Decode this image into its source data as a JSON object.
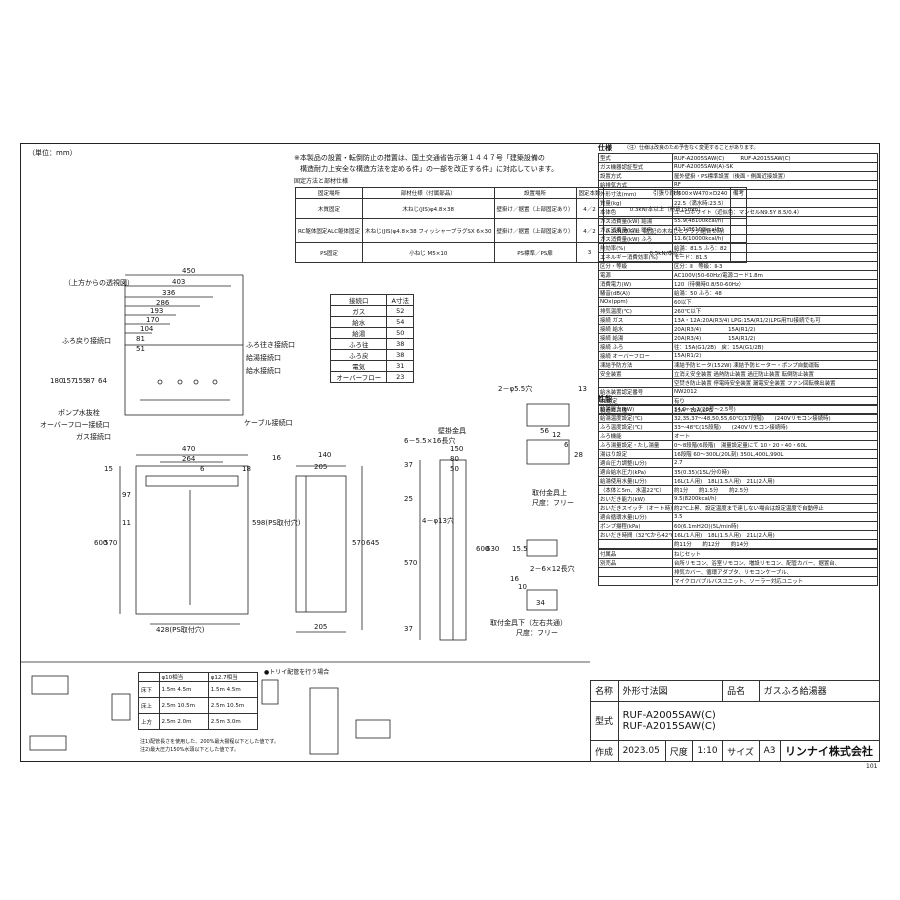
{
  "unit_label": "（単位：mm）",
  "notes": {
    "lines": [
      "※本製品の設置・転倒防止の措置は、国土交通省告示第１４４７号「建築設備の",
      "構造耐力上安全な構造方法を定める件」の一部を改正する件」に対応しています。"
    ],
    "fix_title": "固定方法と部材仕様"
  },
  "fix_table": {
    "headers": [
      "固定場所",
      "部材仕様（付属部品）",
      "設置場所",
      "固定本数",
      "引張り耐力",
      "備考"
    ],
    "rows": [
      [
        "木質固定",
        "木ねじ(JIS)φ4.8×38",
        "壁掛け／据置（上部固定あり）",
        "4／2",
        "0.3kN/本以上（材質15mm）",
        ""
      ],
      [
        "RC躯体固定ALC躯体固定",
        "木ねじ(JIS)φ4.8×38 フィッシャープラグSX 6×30",
        "壁掛け／据置（上部固定あり）",
        "4／2",
        "0.3kN/本以上（左記の木ねじとプラグ組合せ時）",
        ""
      ],
      [
        "PS固定",
        "小ねじ M5×10",
        "PS標準／PS扉",
        "3",
        "0.5kN/本以上",
        ""
      ]
    ]
  },
  "connection_table": {
    "headers": [
      "接続口",
      "A寸法"
    ],
    "rows": [
      [
        "ガス",
        "52"
      ],
      [
        "給水",
        "54"
      ],
      [
        "給湯",
        "50"
      ],
      [
        "ふろ往",
        "38"
      ],
      [
        "ふろ戻",
        "38"
      ],
      [
        "電気",
        "31"
      ],
      [
        "オーバーフロー",
        "23"
      ]
    ]
  },
  "top_view": {
    "title": "（上方からの透視図）",
    "dims": [
      "450",
      "403",
      "336",
      "286",
      "193",
      "170",
      "104",
      "81",
      "51",
      "180",
      "157",
      "155",
      "87",
      "64"
    ],
    "labels": [
      "ふろ戻り接続口",
      "ふろ往き接続口",
      "給湯接続口",
      "給水接続口",
      "ポンプ水抜栓",
      "オーバーフロー接続口",
      "ガス接続口",
      "ケーブル接続口"
    ]
  },
  "front_view": {
    "dims": [
      "470",
      "264",
      "6",
      "15",
      "97",
      "18",
      "600",
      "570",
      "11",
      "598(PS取付穴)",
      "428(PS取付穴)"
    ]
  },
  "side_view": {
    "dims": [
      "16",
      "140",
      "205",
      "570",
      "645",
      "205"
    ]
  },
  "bracket_view": {
    "title": "壁掛金具",
    "dims": [
      "6－5.5×16長穴",
      "150",
      "80",
      "50",
      "37",
      "25",
      "600",
      "630",
      "570",
      "4－φ13穴",
      "37"
    ]
  },
  "small_parts": {
    "top_label": "2－φ5.5穴",
    "top_dims": [
      "13",
      "56",
      "12",
      "6",
      "28"
    ],
    "top_caption": "取付金具上",
    "top_material": "尺度：フリー",
    "bot_label": "2－6×12長穴",
    "bot_dims": [
      "16",
      "10",
      "34",
      "15.5"
    ],
    "bot_caption": "取付金具下（左右共通）",
    "bot_material": "尺度：フリー"
  },
  "pipe_table": {
    "head": [
      "",
      "φ10相当",
      "φ12.7相当"
    ],
    "rows": [
      [
        "床下",
        "1.5m 4.5m",
        "1.5m 4.5m"
      ],
      [
        "床上",
        "2.5m 10.5m",
        "2.5m 10.5m"
      ],
      [
        "上方",
        "2.5m 2.0m",
        "2.5m 3.0m"
      ]
    ],
    "notes": [
      "注1)配管長さを使用した、200%最大揚程以下とした値です。",
      "注2)最大圧力150%水頭以下とした値です。"
    ],
    "trap_title": "●トリイ配管を行う場合"
  },
  "spec": {
    "title": "仕様",
    "note": "（注）仕様は改良のため予告なく変更することがあります。",
    "rows": [
      [
        "型式",
        "RUF-A2005SAW(C)　　　RUF-A2015SAW(C)"
      ],
      [
        "ガス機器認証型式",
        "RUF-A2005SAW(A)-SK"
      ],
      [
        "設置方式",
        "屋外壁掛・PS標準設置（後面・側面近接設置）"
      ],
      [
        "給排気方式",
        "RF"
      ],
      [
        "外形寸法(mm)",
        "H600×W470×D240"
      ],
      [
        "質量(kg)",
        "22.5（満水時:23.5）"
      ],
      [
        "本体色",
        "ユーロホワイト（近似色：マンセルN9.5Y 8.5/0.4）"
      ],
      [
        "ガス消費量(kW) 給湯",
        "55.9(48100kcal/h)"
      ],
      [
        "ガス消費量(kW) 暖房",
        "42.1(36100kcal/h)"
      ],
      [
        "ガス消費量(kW) ふろ",
        "11.6(10000kcal/h)"
      ],
      [
        "熱効率(%)",
        "給湯：81.5 ふろ：82"
      ],
      [
        "エネルギー消費効率(%)",
        "モード：81.5"
      ],
      [
        "区分・等級",
        "区分：Ⅱ　等級：Ⅱ-3"
      ],
      [
        "電源",
        "AC100V(50-60Hz)電源コード1.8m"
      ],
      [
        "消費電力(W)",
        "120（待機時0.8/50-60Hz）"
      ],
      [
        "騒音(dB(A))",
        "給湯：50 ふろ：48"
      ],
      [
        "NOx(ppm)",
        "60以下"
      ],
      [
        "排気温度(℃)",
        "260℃以下"
      ],
      [
        "接続 ガス",
        "13A・12A:20A(R3/4) LPG:15A(R1/2)LPG用TU接続でも可"
      ],
      [
        "接続 給水",
        "20A(R3/4)　　　　　15A(R1/2)"
      ],
      [
        "接続 給湯",
        "20A(R3/4)　　　　　15A(R1/2)"
      ],
      [
        "接続 ふろ",
        "往：15A(G1/2B)　戻：15A(G1/2B)"
      ],
      [
        "接続 オーバーフロー",
        "15A(R1/2)"
      ],
      [
        "凍結予防方法",
        "凍結予防ヒータ(152W) 凍結予防ヒーター・ポンプ自動運転"
      ],
      [
        "安全装置",
        "立消え安全装置 過熱防止装置 過圧防止装置 転倒防止装置"
      ],
      [
        "",
        "空焚き防止装置 停電時安全装置 漏電安全装置 ファン回転検出装置"
      ],
      [
        "給水装置認定番号",
        "NW2012"
      ],
      [
        "BL認定",
        "有り"
      ],
      [
        "製造ガス種",
        "13A・12A,LPG"
      ]
    ]
  },
  "perf": {
    "title": "性能",
    "rows": [
      [
        "給湯能力(kW)",
        "34.9～4.2(20号～2.5号)"
      ],
      [
        "給湯温度設定(℃)",
        "32,35,37～48,50,55,60℃(17段階)　　(240Vリモコン接続時)"
      ],
      [
        "ふろ温度設定(℃)",
        "33～48℃(15段階)　　(240Vリモコン接続時)"
      ],
      [
        "ふろ機能",
        "オート"
      ],
      [
        "ふろ湯量設定・たし湯量",
        "0～8段階(6段階)　湯量設定量にて 10・20・40・60L"
      ],
      [
        "湯はり設定",
        "16段階 60～300L(20L刻) 350L,400L,990L"
      ],
      [
        "適合圧力調整(L/分)",
        "2.7"
      ],
      [
        "適合給水圧力(kPa)",
        "35(0.35)(15L/分の時)"
      ],
      [
        "給湯使用水量(L/分)",
        "16L(1人用)　18L(1.5人用)　21L(2人用)"
      ],
      [
        "（本体と5m、水温22℃）",
        "約1分　　約1.5分　　約2.5分"
      ],
      [
        "おいだき能力(kW)",
        "9.5(8200kcal/h)"
      ],
      [
        "おいだきスイッチ（オート時）",
        "約2℃上昇、設定温度まで達しない場合は設定温度で自動停止"
      ],
      [
        "適合循環水量(L/分)",
        "3.5"
      ],
      [
        "ポンプ揚程(kPa)",
        "60(6.1mH2O)(5L/min時)"
      ],
      [
        "おいだき時間（32℃から42℃）",
        "16L(1人用)　18L(1.5人用)　21L(2人用)"
      ],
      [
        "",
        "約11分　　約12分　　約14分"
      ]
    ]
  },
  "accessory": {
    "rows": [
      [
        "付属品",
        "ねじセット"
      ],
      [
        "別売品",
        "台所リモコン、浴室リモコン、増設リモコン、配管カバー、据置台、"
      ],
      [
        "",
        "排気カバー、循環アダプタ、リモコンケーブル、"
      ],
      [
        "",
        "マイクロバブルバスユニット、ソーラー対応ユニット"
      ]
    ]
  },
  "title_block": {
    "name_label": "名称",
    "name": "外形寸法図",
    "product_label": "品名",
    "product": "ガスふろ給湯器",
    "model_label": "型式",
    "model1": "RUF-A2005SAW(C)",
    "model2": "RUF-A2015SAW(C)",
    "date_label": "作成",
    "date": "2023.05",
    "scale_label": "尺度",
    "scale": "1:10",
    "size_label": "サイズ",
    "size": "A3",
    "company": "リンナイ株式会社",
    "code": "101"
  }
}
